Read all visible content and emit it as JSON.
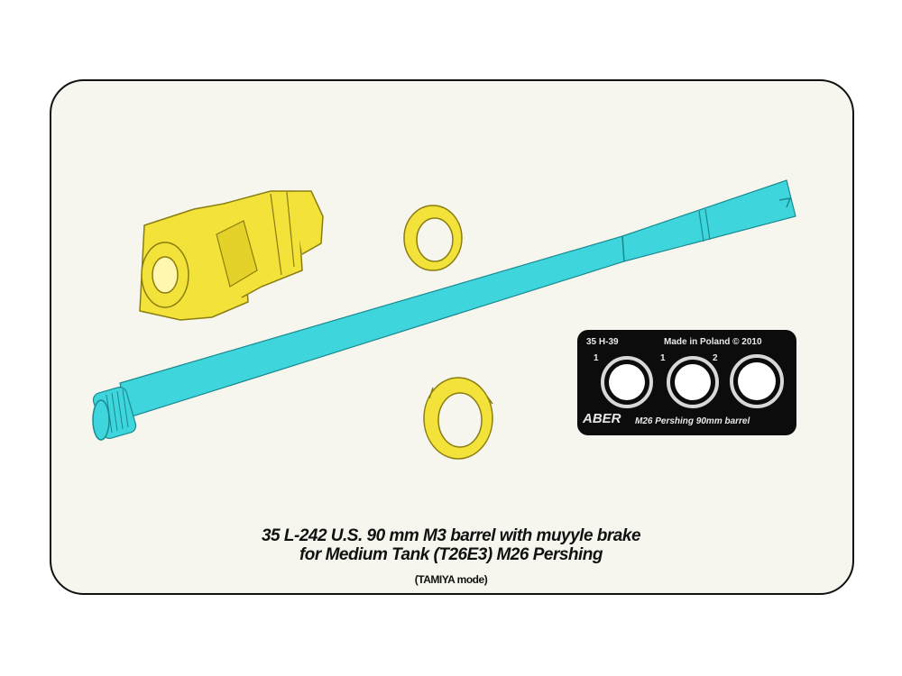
{
  "caption": {
    "line1": "35 L-242   U.S. 90 mm M3 barrel with muyyle brake",
    "line2": "for Medium Tank (T26E3) M26 Pershing",
    "line3": "(TAMIYA  mode)"
  },
  "photo_etch": {
    "code": "35 H-39",
    "origin": "Made in Poland © 2010",
    "ring_labels": [
      "1",
      "1",
      "2"
    ],
    "brand": "ABER",
    "product": "M26 Pershing 90mm barrel"
  },
  "colors": {
    "barrel": "#3ed6dc",
    "resin_parts": "#f2e23a",
    "plate": "#0c0c0c"
  }
}
